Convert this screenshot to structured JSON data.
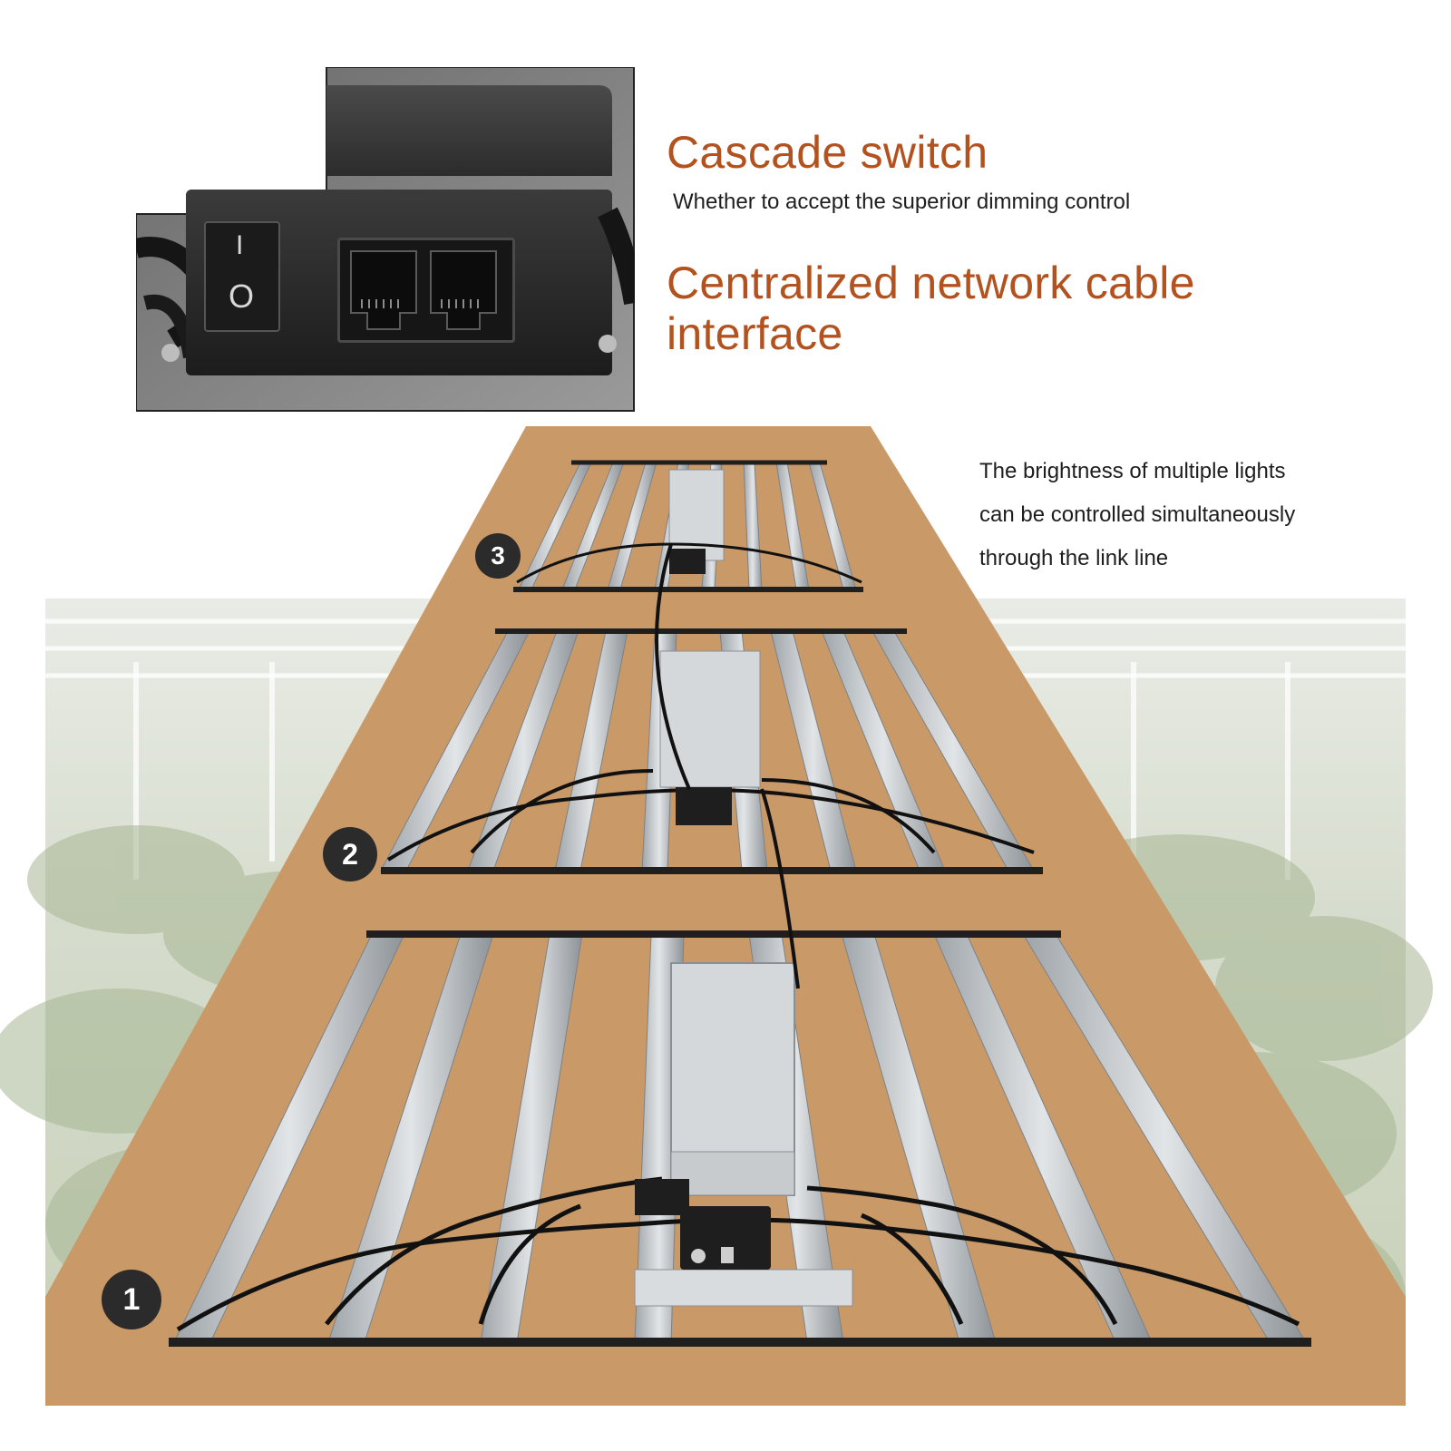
{
  "header": {
    "cascade_title": "Cascade switch",
    "cascade_desc": "Whether to accept the superior dimming control",
    "network_title_line1": "Centralized network cable",
    "network_title_line2": "interface"
  },
  "caption": {
    "line1": "The brightness of multiple lights",
    "line2": "can be controlled simultaneously",
    "line3": "through the link line"
  },
  "badges": {
    "one": "1",
    "two": "2",
    "three": "3"
  },
  "switch_symbols": {
    "on": "I",
    "off": "O"
  },
  "colors": {
    "accent": "#b4521f",
    "floor": "#c99a68",
    "badge": "#2b2b2b",
    "device": "#2a2a2a",
    "bar": "#b9bfc4"
  },
  "icons": [
    "rocker-switch-icon",
    "rj45-port-icon",
    "power-driver-icon"
  ]
}
